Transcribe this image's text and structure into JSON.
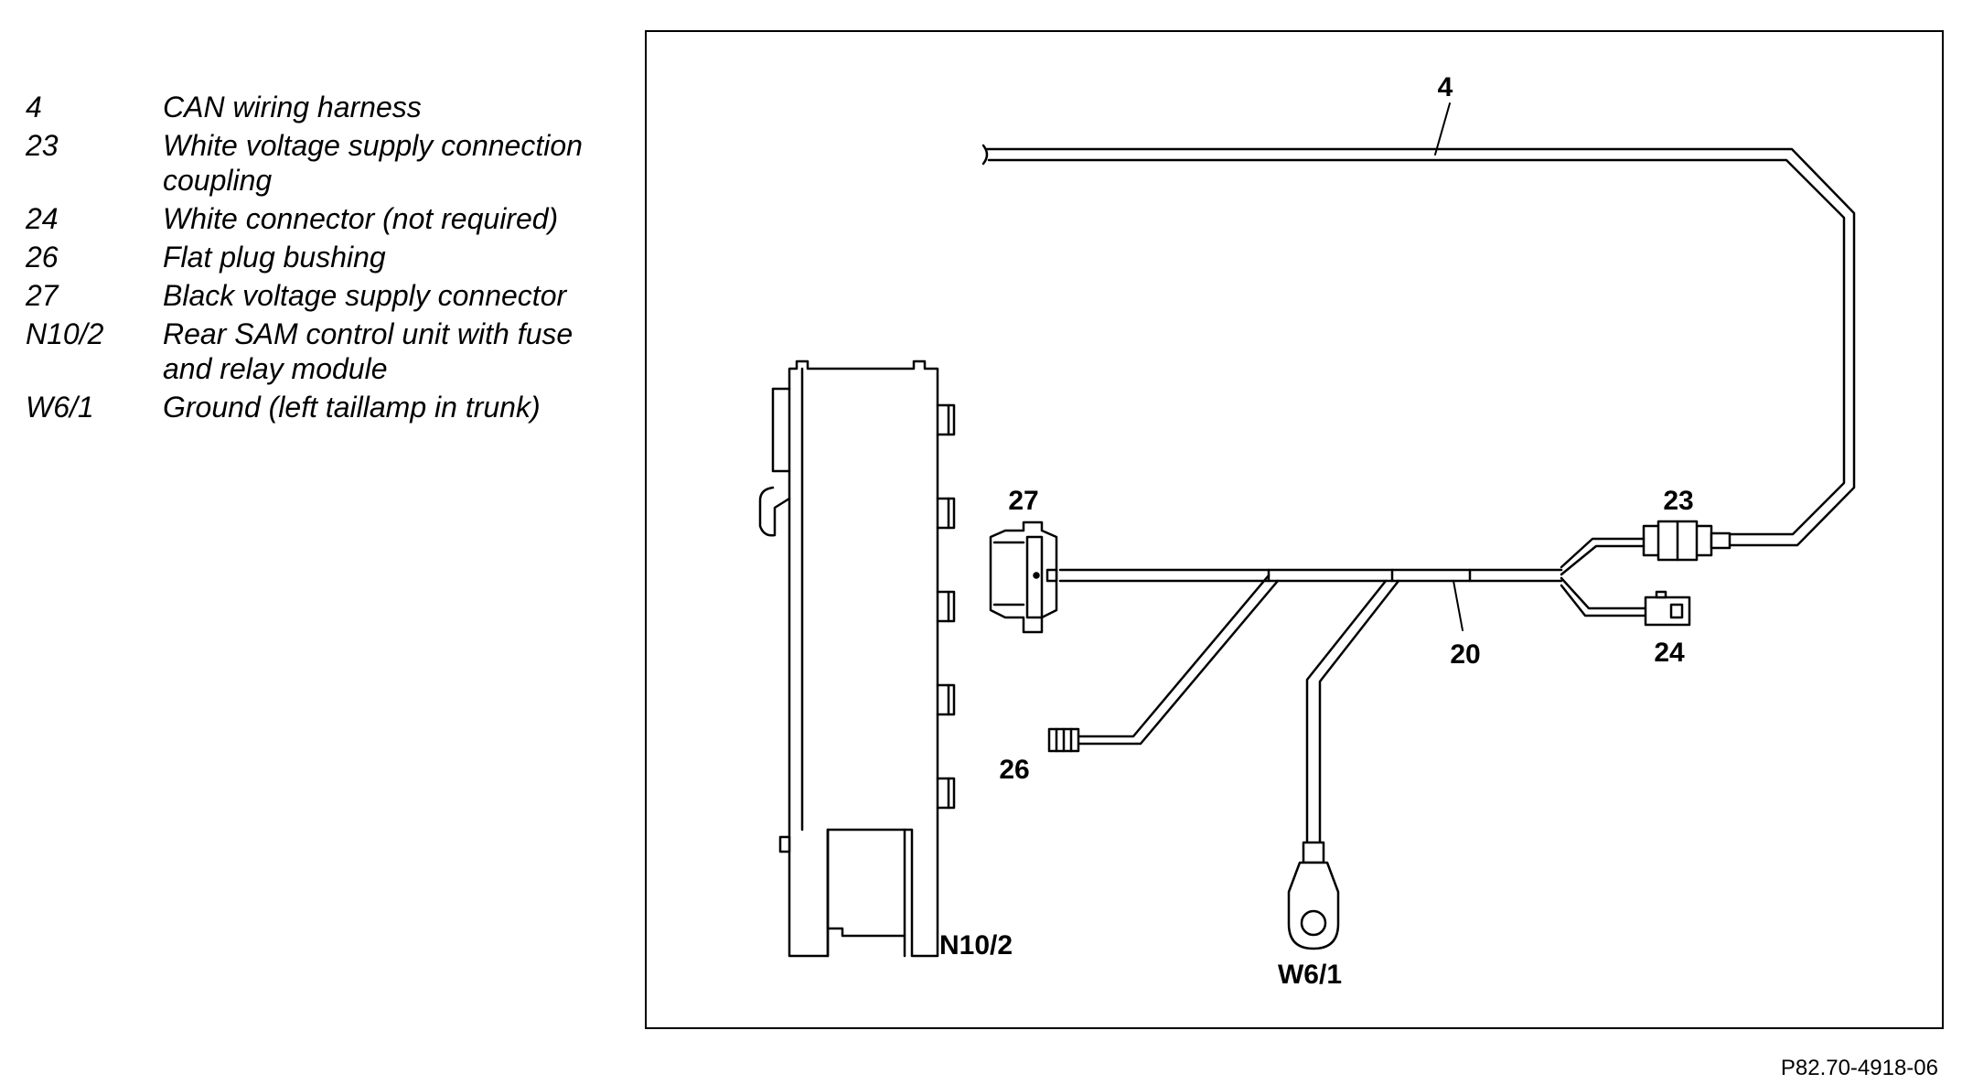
{
  "legend": {
    "items": [
      {
        "code": "4",
        "description": "CAN wiring harness"
      },
      {
        "code": "23",
        "description": "White voltage supply connection coupling"
      },
      {
        "code": "24",
        "description": "White connector (not required)"
      },
      {
        "code": "26",
        "description": "Flat plug bushing"
      },
      {
        "code": "27",
        "description": "Black voltage supply connector"
      },
      {
        "code": "N10/2",
        "description": "Rear SAM control unit with fuse and relay module"
      },
      {
        "code": "W6/1",
        "description": "Ground (left taillamp in trunk)"
      }
    ]
  },
  "diagram": {
    "labels": {
      "can_harness": "4",
      "coupling_23": "23",
      "connector_24": "24",
      "bushing_26": "26",
      "connector_27": "27",
      "harness_20": "20",
      "control_unit": "N10/2",
      "ground": "W6/1"
    }
  },
  "footer": {
    "figure_id": "P82.70-4918-06"
  }
}
